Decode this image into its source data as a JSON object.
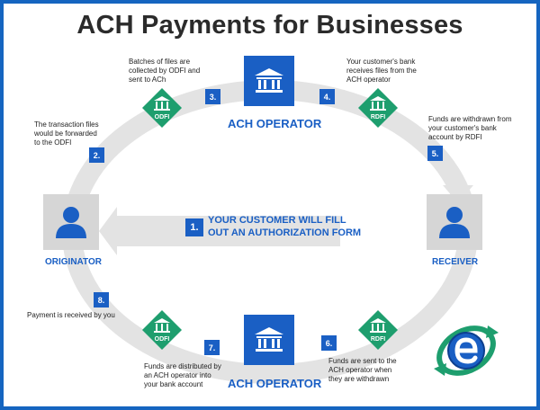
{
  "title": "ACH Payments for Businesses",
  "operators": {
    "top_label": "ACH OPERATOR",
    "bottom_label": "ACH OPERATOR"
  },
  "parties": {
    "originator": "ORIGINATOR",
    "receiver": "RECEIVER"
  },
  "diamonds": {
    "odfi": "ODFI",
    "rdfi": "RDFI"
  },
  "center": {
    "line1": "YOUR CUSTOMER WILL FILL",
    "line2": "OUT AN AUTHORIZATION FORM"
  },
  "steps": [
    {
      "num": "1.",
      "lines": []
    },
    {
      "num": "2.",
      "lines": [
        "The transaction files",
        "would be forwarded",
        "to the ODFI"
      ]
    },
    {
      "num": "3.",
      "lines": [
        "Batches of files are",
        "collected by ODFI and",
        "sent to ACh"
      ]
    },
    {
      "num": "4.",
      "lines": [
        "Your customer's bank",
        "receives files from the",
        "ACH operator"
      ]
    },
    {
      "num": "5.",
      "lines": [
        "Funds are withdrawn from",
        "your customer's bank",
        "account by RDFI"
      ]
    },
    {
      "num": "6.",
      "lines": [
        "Funds are sent to the",
        "ACH operator when",
        "they are withdrawn"
      ]
    },
    {
      "num": "7.",
      "lines": [
        "Funds are distributed by",
        "an ACH operator into",
        "your bank account"
      ]
    },
    {
      "num": "8.",
      "lines": [
        "Payment is received by you"
      ]
    }
  ],
  "colors": {
    "brand_blue": "#1a5fc4",
    "odfi_green": "#1e9e6e",
    "ring_gray": "#e3e3e3",
    "frame_blue": "#1565c0"
  }
}
